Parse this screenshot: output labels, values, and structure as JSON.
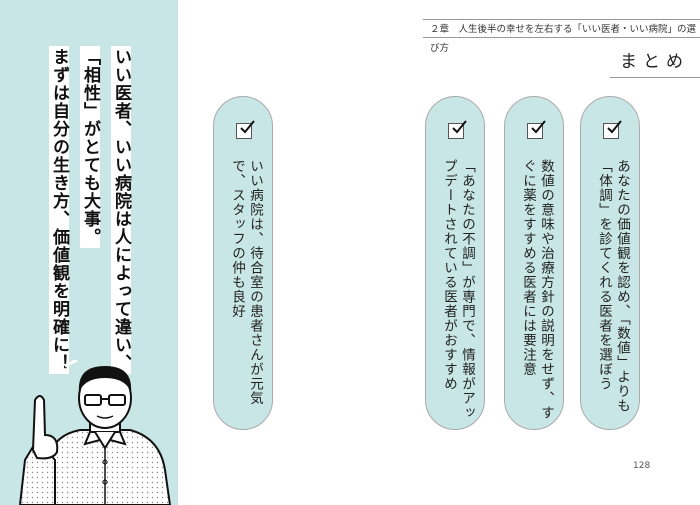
{
  "left_panel": {
    "speech_lines": [
      "いい医者、いい病院は人によって違い、",
      "「相性」がとても大事。",
      "まずは自分の生き方、価値観を明確に！"
    ],
    "illustration": "man-with-glasses-pointing-finger",
    "background_color": "#c9e6e6"
  },
  "header": {
    "chapter": "２章　人生後半の幸せを左右する「いい医者・いい病院」の選び方"
  },
  "section_title": "まとめ",
  "checklist": [
    {
      "icon": "checkbox-checked-icon",
      "text": "あなたの価値観を認め、「数値」よりも「体調」を診てくれる医者を選ぼう"
    },
    {
      "icon": "checkbox-checked-icon",
      "text": "数値の意味や治療方針の説明をせず、すぐに薬をすすめる医者には要注意"
    },
    {
      "icon": "checkbox-checked-icon",
      "text": "「あなたの不調」が専門で、情報がアップデートされている医者がおすすめ"
    },
    {
      "icon": "checkbox-checked-icon",
      "text": "いい病院は、待合室の患者さんが元気で、スタッフの仲も良好"
    }
  ],
  "page_number": "128"
}
